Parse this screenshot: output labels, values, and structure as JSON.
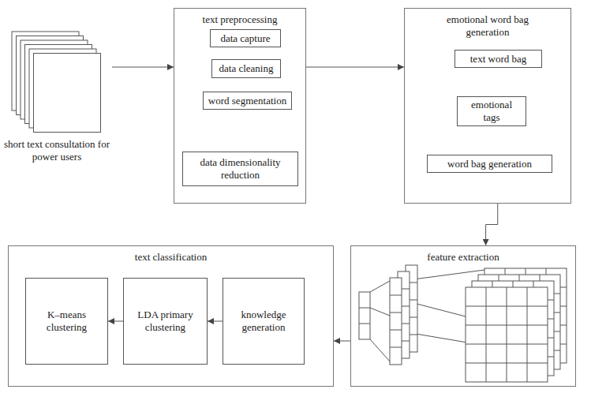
{
  "diagram": {
    "nodes": [
      {
        "text": [
          "short text consultation for power users"
        ]
      },
      {
        "text": [
          "text preprocessing"
        ]
      },
      {
        "text": [
          "data capture"
        ],
        "in": 1
      },
      {
        "text": [
          "data cleaning"
        ],
        "in": 1
      },
      {
        "text": [
          "word segmentation"
        ],
        "in": 1
      },
      {
        "text": [
          "data dimensionality reduction"
        ],
        "in": 1
      },
      {
        "text": [
          "emotional word bag generation"
        ]
      },
      {
        "text": [
          "text word bag"
        ],
        "in": 6
      },
      {
        "text": [
          "emotional tags"
        ],
        "in": 6
      },
      {
        "text": [
          "word bag generation"
        ],
        "in": 6
      },
      {
        "text": [
          "text classification"
        ]
      },
      {
        "text": [
          "K–means clustering"
        ],
        "in": 10
      },
      {
        "text": [
          "LDA primary clustering"
        ],
        "in": 10
      },
      {
        "text": [
          "knowledge generation"
        ],
        "in": 10
      },
      {
        "text": [
          "feature extraction"
        ]
      }
    ],
    "edges": [
      {
        "from": 0,
        "to": 1,
        "arrow": "to"
      },
      {
        "from": 1,
        "to": 6,
        "arrow": "to"
      },
      {
        "from": 6,
        "to": 14,
        "arrow": "to"
      },
      {
        "from": 14,
        "to": 10,
        "arrow": "to"
      },
      {
        "from": 13,
        "to": 12,
        "arrow": "to"
      },
      {
        "from": 12,
        "to": 11,
        "arrow": "to"
      }
    ]
  }
}
